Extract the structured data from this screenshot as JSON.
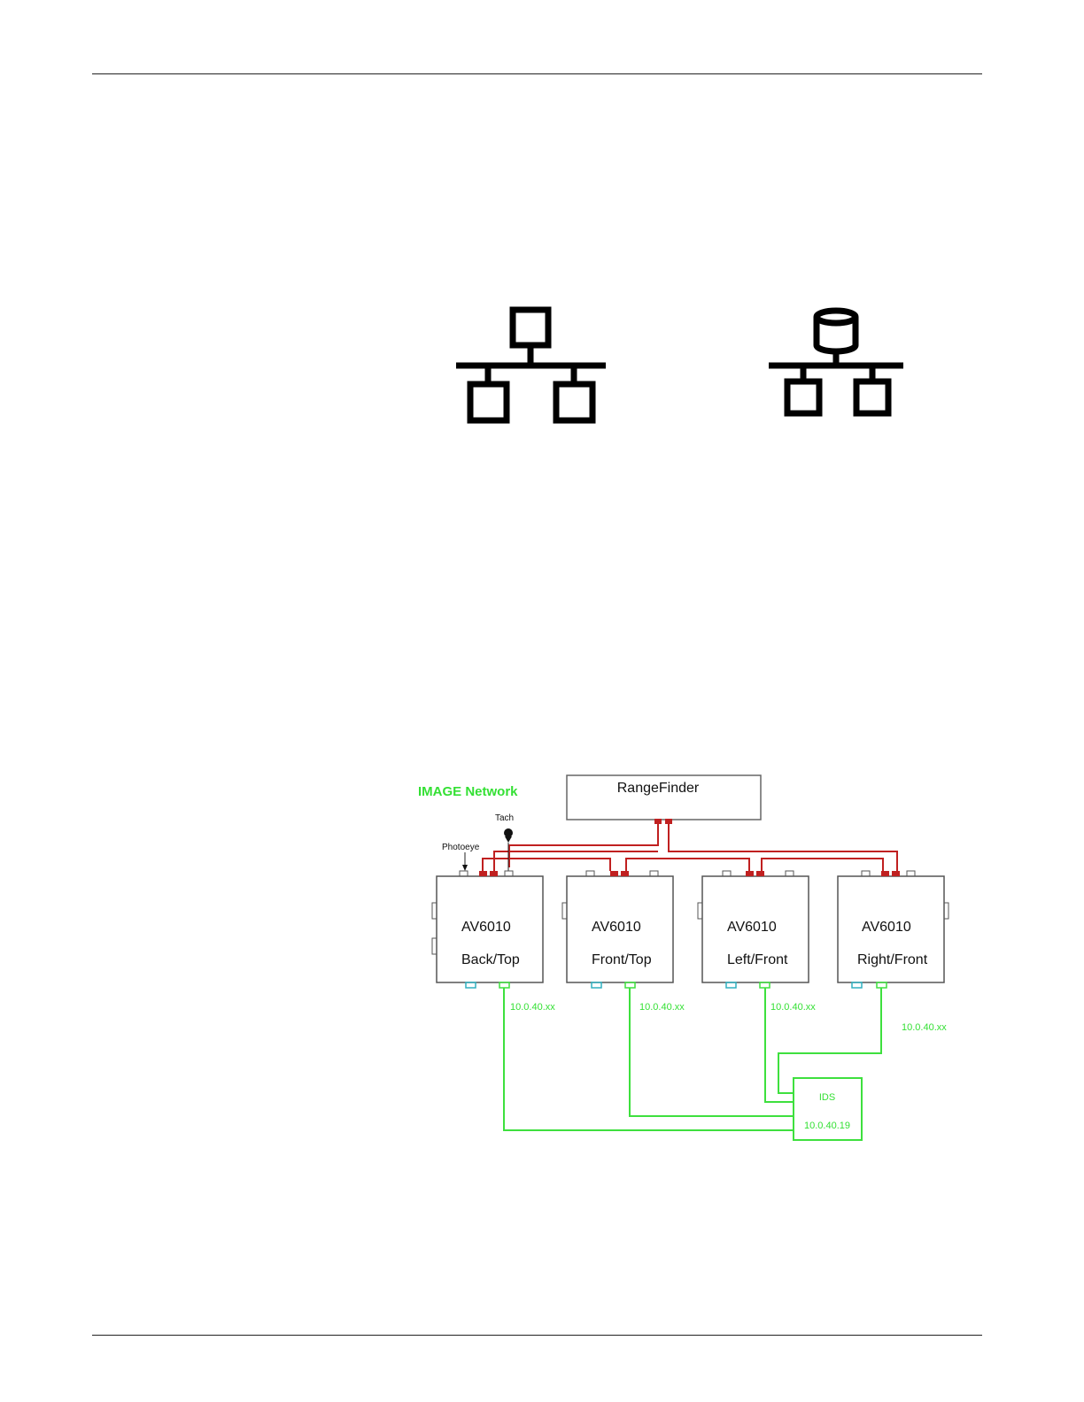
{
  "diagram": {
    "network_label": "IMAGE Network",
    "rangefinder_label": "RangeFinder",
    "tach_label": "Tach",
    "photoeye_label": "Photoeye",
    "devices": [
      {
        "model": "AV6010",
        "position": "Back/Top",
        "ip": "10.0.40.xx"
      },
      {
        "model": "AV6010",
        "position": "Front/Top",
        "ip": "10.0.40.xx"
      },
      {
        "model": "AV6010",
        "position": "Left/Front",
        "ip": "10.0.40.xx"
      },
      {
        "model": "AV6010",
        "position": "Right/Front",
        "ip": "10.0.40.xx"
      }
    ],
    "ids": {
      "name": "IDS",
      "ip": "10.0.40.19"
    },
    "colors": {
      "red_link": "#c02020",
      "green_link": "#3ee03e",
      "cyan_port": "#30b0c0",
      "box_border": "#555555"
    }
  },
  "icons": [
    "network-icon",
    "network-storage-icon"
  ]
}
